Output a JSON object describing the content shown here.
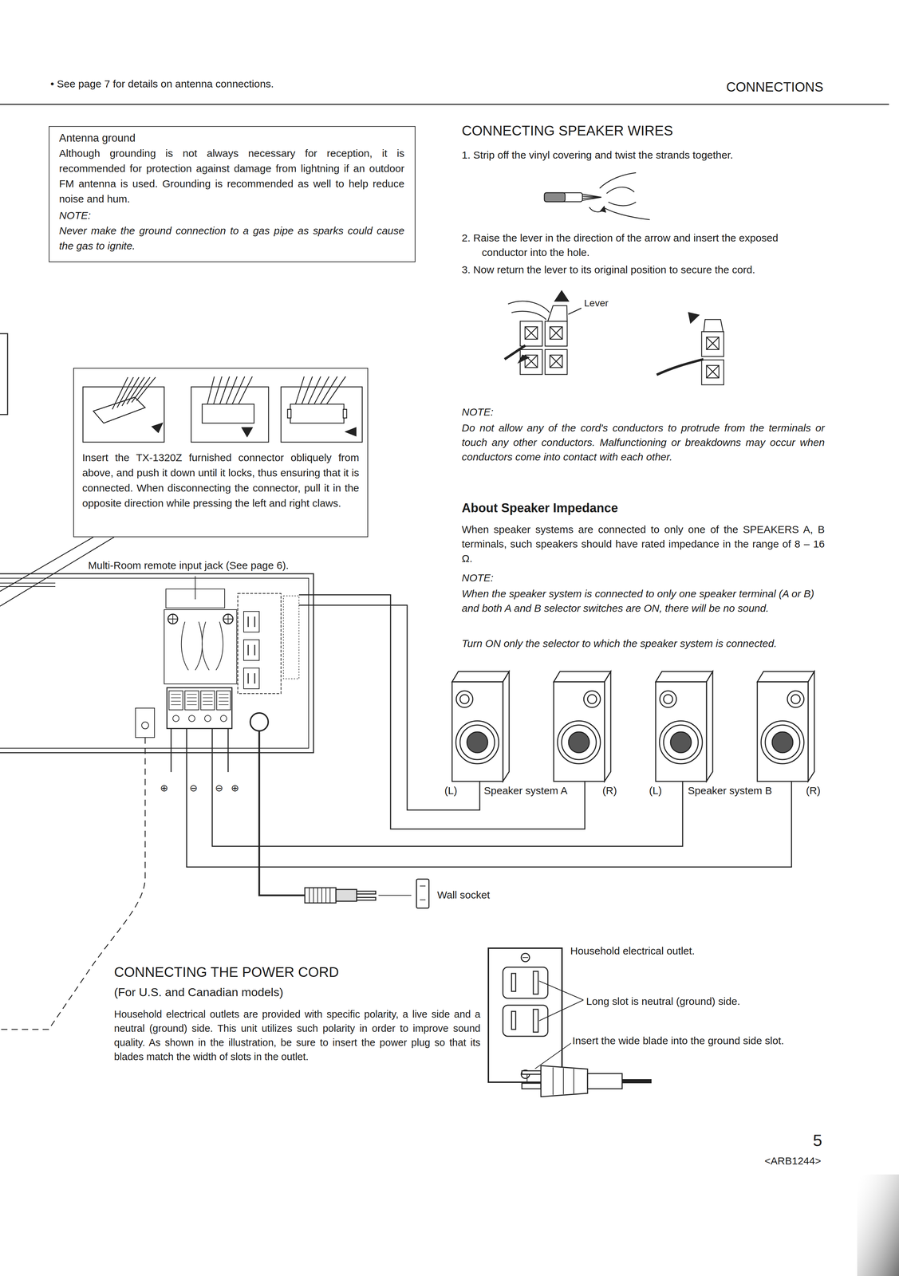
{
  "diagram": {
    "nodes": [
      {
        "text": [
          "Antenna ground",
          "Although grounding is not always necessary for reception, it is recommended for protection against damage from lightning if an outdoor FM antenna is used. Grounding is recommended as well to help reduce noise and hum.",
          "NOTE:",
          "Never make the ground connection to a gas pipe as sparks could cause the gas to ignite."
        ]
      },
      {
        "text": [
          "Insert the TX-1320Z furnished connector obliquely from above, and push it down until it locks, thus ensuring that it is connected. When disconnecting the connector, pull it in the opposite direction while pressing the left and right claws."
        ]
      }
    ],
    "labels": [
      "• See page 7 for details on antenna connections.",
      "CONNECTIONS",
      "CONNECTING SPEAKER WIRES",
      "1. Strip off the vinyl covering and twist the strands together.",
      "2. Raise the lever in the direction of the arrow and insert the exposed conductor into the hole.",
      "3. Now return the lever to its original position to secure the cord.",
      "Lever",
      "NOTE:",
      "Do not allow any of the cord's conductors to protrude from the terminals or touch any other conductors. Malfunctioning or breakdowns may occur when conductors come into contact with each other.",
      "About Speaker Impedance",
      "When speaker systems are connected to only one of the SPEAKERS A, B terminals, such speakers should have rated impedance in the range of 8 – 16 Ω.",
      "NOTE:",
      "When the speaker system is connected to only one speaker terminal (A or B) and both A and B selector switches are ON, there will be no sound.",
      "Turn ON only the selector to which the speaker system is connected.",
      "Multi-Room remote input jack (See page 6).",
      "(L)",
      "Speaker system A",
      "(R)",
      "(L)",
      "Speaker system B",
      "(R)",
      "⊕",
      "⊖",
      "⊖",
      "⊕",
      "Wall socket",
      "CONNECTING THE POWER CORD",
      "(For U.S. and Canadian models)",
      "Household electrical outlets are provided with specific polarity, a live side and a neutral (ground) side. This unit utilizes such polarity in order to improve sound quality. As shown in the illustration, be sure to insert the power plug so that its blades match the width of slots in the outlet.",
      "Household electrical outlet.",
      "Long slot is neutral (ground) side.",
      "Insert the wide blade into the ground side slot.",
      "5",
      "<ARB1244>"
    ]
  }
}
